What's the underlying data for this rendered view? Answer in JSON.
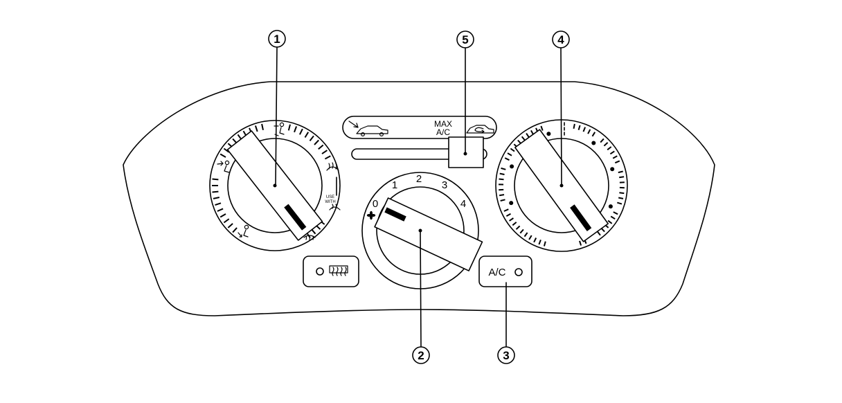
{
  "colors": {
    "line": "#000000",
    "background": "#ffffff"
  },
  "callouts": {
    "one": "1",
    "two": "2",
    "three": "3",
    "four": "4",
    "five": "5"
  },
  "mode_dial": {
    "defrost_note_line1": "USE",
    "defrost_note_line2": "WITH",
    "icons": [
      "face-vent-icon",
      "bi-level-icon",
      "foot-icon",
      "foot-defrost-icon",
      "defrost-icon"
    ]
  },
  "fan_dial": {
    "speeds": [
      "0",
      "1",
      "2",
      "3",
      "4"
    ],
    "icon": "fan-icon"
  },
  "intake_lever": {
    "max": "MAX",
    "ac": "A/C",
    "icons": [
      "fresh-air-icon",
      "recirculation-icon"
    ]
  },
  "buttons": {
    "rear_defroster_icon": "rear-window-defroster-icon",
    "ac_label": "A/C"
  }
}
